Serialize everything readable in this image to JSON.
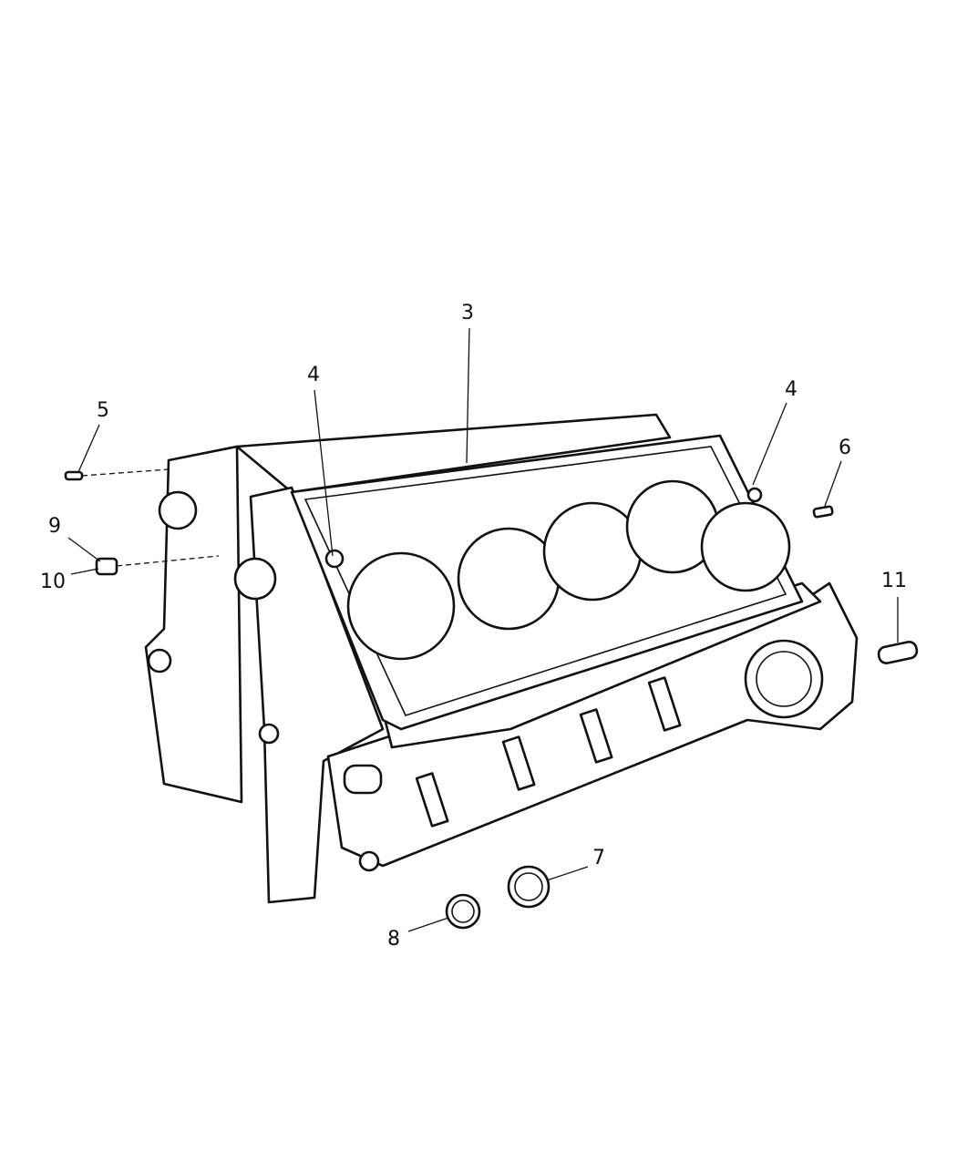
{
  "diagram": {
    "callouts": [
      {
        "id": "callout-3",
        "label": "3"
      },
      {
        "id": "callout-4-left",
        "label": "4"
      },
      {
        "id": "callout-4-right",
        "label": "4"
      },
      {
        "id": "callout-5",
        "label": "5"
      },
      {
        "id": "callout-6",
        "label": "6"
      },
      {
        "id": "callout-7",
        "label": "7"
      },
      {
        "id": "callout-8",
        "label": "8"
      },
      {
        "id": "callout-9",
        "label": "9"
      },
      {
        "id": "callout-10",
        "label": "10"
      },
      {
        "id": "callout-11",
        "label": "11"
      }
    ]
  }
}
